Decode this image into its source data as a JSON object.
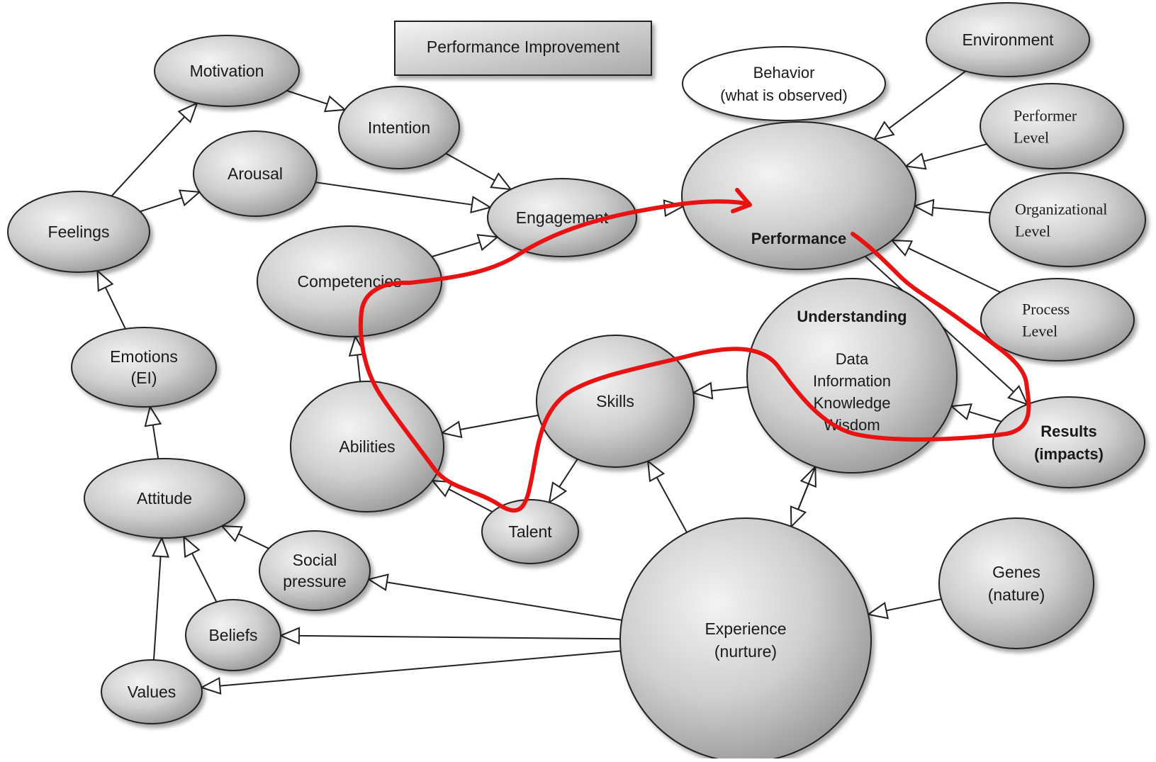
{
  "title": "Performance Improvement",
  "nodes": {
    "motivation": [
      "Motivation"
    ],
    "intention": [
      "Intention"
    ],
    "arousal": [
      "Arousal"
    ],
    "feelings": [
      "Feelings"
    ],
    "engagement": [
      "Engagement"
    ],
    "competencies": [
      "Competencies"
    ],
    "emotions": [
      "Emotions",
      "(EI)"
    ],
    "abilities": [
      "Abilities"
    ],
    "skills": [
      "Skills"
    ],
    "talent": [
      "Talent"
    ],
    "attitude": [
      "Attitude"
    ],
    "social_pressure": [
      "Social",
      "pressure"
    ],
    "beliefs": [
      "Beliefs"
    ],
    "values": [
      "Values"
    ],
    "behavior": [
      "Behavior",
      "(what is observed)"
    ],
    "performance": [
      "Performance"
    ],
    "environment": [
      "Environment"
    ],
    "performer_level": [
      "Performer",
      "Level"
    ],
    "organizational_level": [
      "Organizational",
      "Level"
    ],
    "process_level": [
      "Process",
      "Level"
    ],
    "understanding_title": [
      "Understanding"
    ],
    "understanding_items": [
      "Data",
      "Information",
      "Knowledge",
      "Wisdom"
    ],
    "results": [
      "Results",
      "(impacts)"
    ],
    "experience": [
      "Experience",
      "(nurture)"
    ],
    "genes": [
      "Genes",
      "(nature)"
    ]
  },
  "edges": [
    [
      "feelings",
      "motivation"
    ],
    [
      "motivation",
      "intention"
    ],
    [
      "intention",
      "engagement"
    ],
    [
      "arousal",
      "engagement"
    ],
    [
      "feelings",
      "arousal"
    ],
    [
      "emotions",
      "feelings"
    ],
    [
      "attitude",
      "emotions"
    ],
    [
      "social_pressure",
      "attitude"
    ],
    [
      "beliefs",
      "attitude"
    ],
    [
      "values",
      "attitude"
    ],
    [
      "competencies",
      "engagement"
    ],
    [
      "engagement",
      "performance"
    ],
    [
      "abilities",
      "competencies"
    ],
    [
      "skills",
      "abilities"
    ],
    [
      "talent",
      "abilities"
    ],
    [
      "skills",
      "talent"
    ],
    [
      "understanding",
      "skills"
    ],
    [
      "experience",
      "skills"
    ],
    [
      "experience",
      "understanding"
    ],
    [
      "understanding",
      "experience"
    ],
    [
      "experience",
      "social_pressure"
    ],
    [
      "experience",
      "beliefs"
    ],
    [
      "experience",
      "values"
    ],
    [
      "genes",
      "experience"
    ],
    [
      "environment",
      "performance"
    ],
    [
      "performer_level",
      "performance"
    ],
    [
      "organizational_level",
      "performance"
    ],
    [
      "process_level",
      "performance"
    ],
    [
      "performance",
      "results"
    ],
    [
      "results",
      "understanding"
    ]
  ],
  "colors": {
    "node_fill_light": "#f2f2f2",
    "node_fill_dark": "#9e9e9e",
    "stroke": "#222222",
    "annotation": "#e81212"
  }
}
